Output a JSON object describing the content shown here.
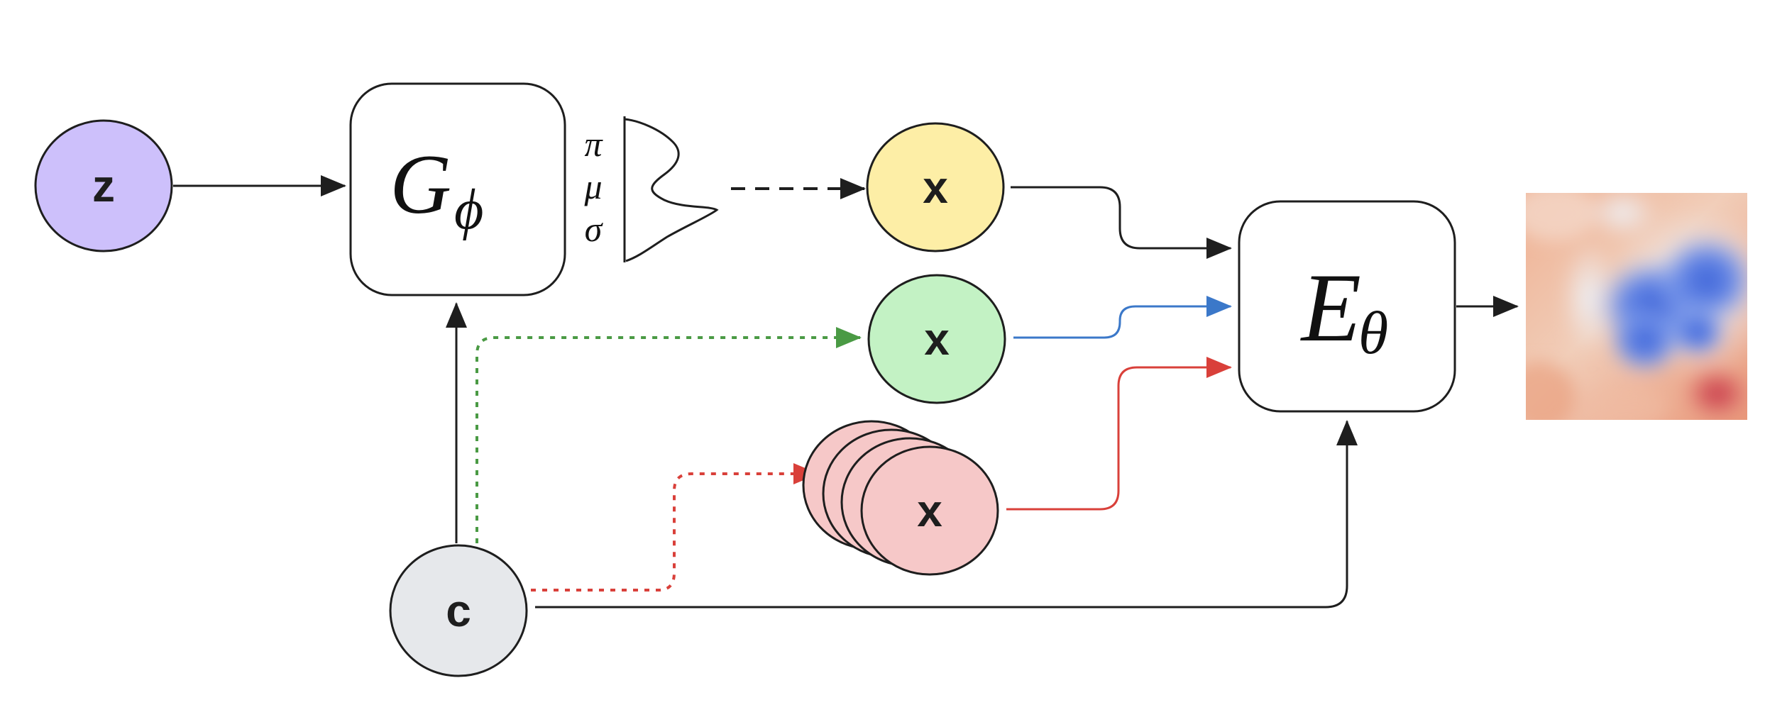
{
  "nodes": {
    "z": {
      "label": "z",
      "fill": "#cdc0fb"
    },
    "c": {
      "label": "c",
      "fill": "#e6e8eb"
    },
    "x_yellow": {
      "label": "x",
      "fill": "#fdeea6"
    },
    "x_green": {
      "label": "x",
      "fill": "#c3f2c4"
    },
    "x_red": {
      "label": "x",
      "fill": "#f6c8c8"
    }
  },
  "boxes": {
    "generator": {
      "symbol": "G",
      "subscript": "ϕ"
    },
    "energy": {
      "symbol": "E",
      "subscript": "θ"
    }
  },
  "distribution": {
    "params": [
      "π",
      "μ",
      "σ"
    ]
  },
  "colors": {
    "stroke": "#1e1e1e",
    "green": "#4a9a44",
    "red": "#d9403a",
    "blue": "#3b78c9"
  },
  "icons": {
    "output": "energy-heatmap"
  }
}
